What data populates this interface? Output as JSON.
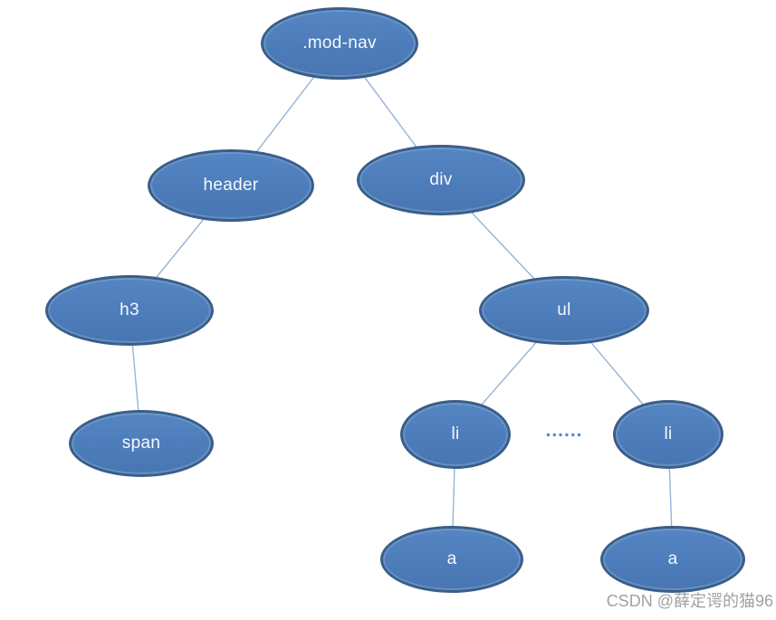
{
  "diagram": {
    "description": "DOM structure tree of .mod-nav",
    "labels": {
      "mod_nav": ".mod-nav",
      "header": "header",
      "div": "div",
      "h3": "h3",
      "ul": "ul",
      "span": "span",
      "li_left": "li",
      "li_right": "li",
      "a_left": "a",
      "a_right": "a"
    },
    "edges": [
      {
        "from": "mod_nav",
        "to": "header"
      },
      {
        "from": "mod_nav",
        "to": "div"
      },
      {
        "from": "header",
        "to": "h3"
      },
      {
        "from": "h3",
        "to": "span"
      },
      {
        "from": "div",
        "to": "ul"
      },
      {
        "from": "ul",
        "to": "li_left"
      },
      {
        "from": "ul",
        "to": "li_right"
      },
      {
        "from": "li_left",
        "to": "a_left"
      },
      {
        "from": "li_right",
        "to": "a_right"
      }
    ],
    "ellipsis": "......",
    "colors": {
      "node_fill": "#4d7cba",
      "node_border": "#3a5e88",
      "edge_line": "#95b3d7",
      "node_text": "#f5f8fc",
      "ellipsis_dots": "#4e86cf",
      "watermark_text": "#99999c"
    }
  },
  "watermark": "CSDN @薛定谔的猫96"
}
